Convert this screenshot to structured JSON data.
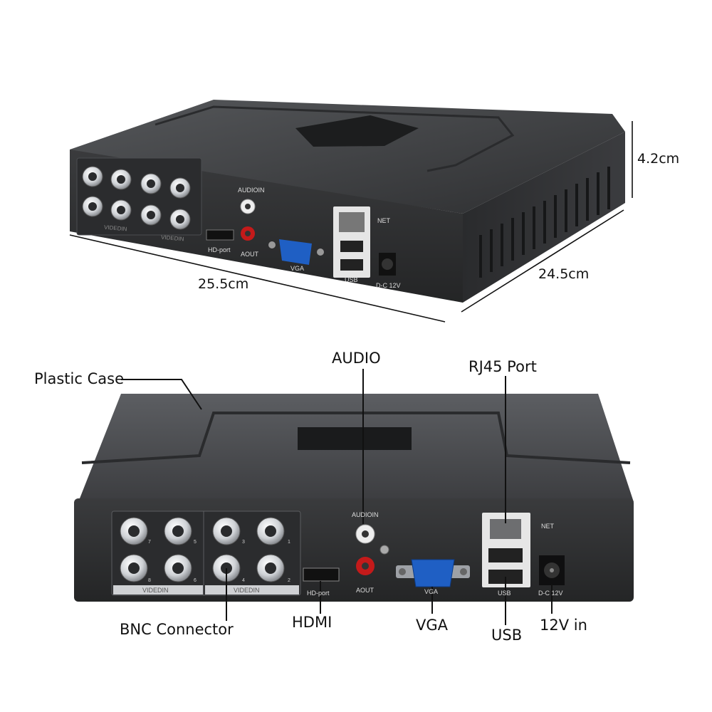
{
  "dimensions": {
    "width": "25.5cm",
    "depth": "24.5cm",
    "height": "4.2cm"
  },
  "panel_labels": {
    "videoin": "VIDEDIN",
    "audioin": "AUDIOIN",
    "aout": "AOUT",
    "hdport": "HD-port",
    "vga": "VGA",
    "net": "NET",
    "usb": "USB",
    "dc": "D-C 12V",
    "bnc_numbers": [
      "7",
      "5",
      "3",
      "1",
      "8",
      "6",
      "4",
      "2"
    ]
  },
  "callouts": {
    "plastic_case": "Plastic Case",
    "audio": "AUDIO",
    "rj45": "RJ45 Port",
    "bnc": "BNC Connector",
    "hdmi": "HDMI",
    "vga": "VGA",
    "usb": "USB",
    "power": "12V in"
  },
  "colors": {
    "case": "#3a3b3d",
    "case_top": "#4a4b4e",
    "vga_blue": "#1f5fc4",
    "rca_red": "#c41a1a"
  }
}
